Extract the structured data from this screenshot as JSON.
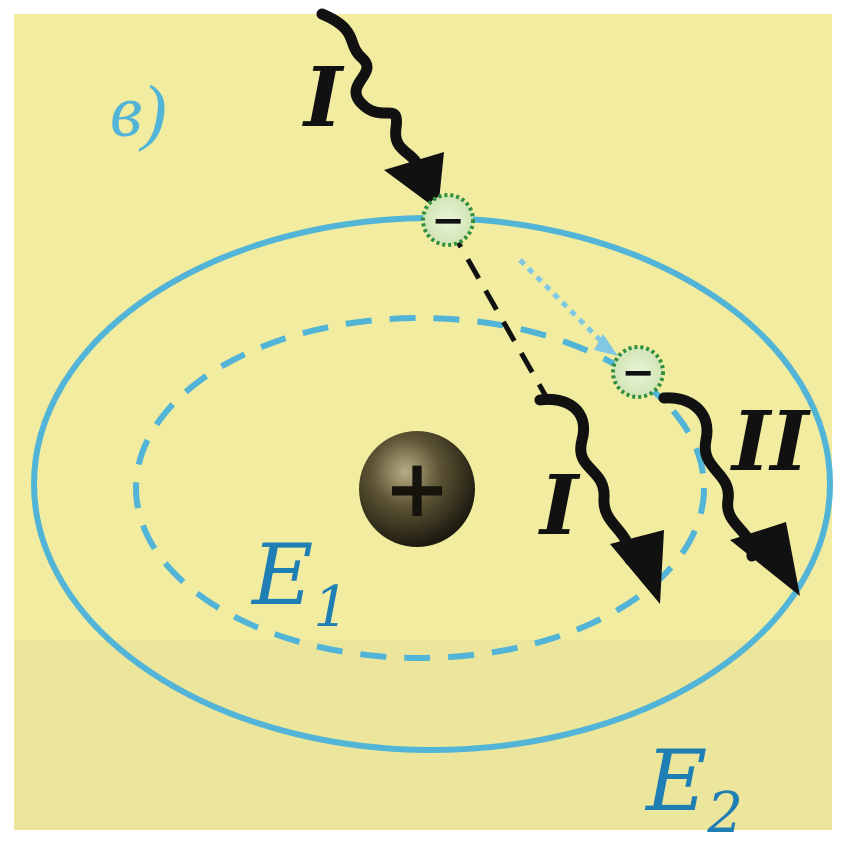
{
  "panel_label": "в)",
  "photon_incoming_label": "I",
  "photon_emitted_label": "I",
  "photon_second_label": "II",
  "orbit_inner": {
    "symbol": "E",
    "subscript": "1"
  },
  "orbit_outer": {
    "symbol": "E",
    "subscript": "2"
  },
  "nucleus_sign": "+",
  "electron_sign": "−",
  "colors": {
    "paper": "#f1eca0",
    "orbit": "#52b4d6",
    "label": "#1f7fb4",
    "photon": "#111111",
    "nucleus": "#2e2a1e",
    "electron_ring": "#2f8f3e"
  }
}
